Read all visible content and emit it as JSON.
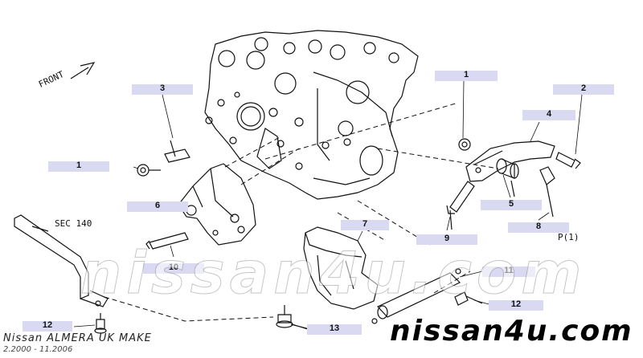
{
  "callouts": {
    "c1a": "1",
    "c1b": "1",
    "c2": "2",
    "c3": "3",
    "c4": "4",
    "c5": "5",
    "c6": "6",
    "c7": "7",
    "c8": "8",
    "c9": "9",
    "c10": "10",
    "c11": "11",
    "c12a": "12",
    "c12b": "12",
    "c13": "13"
  },
  "labels": {
    "front": "FRONT",
    "sec": "SEC 140",
    "p1": "P(1)"
  },
  "watermark": {
    "big": "nissan4u.com",
    "small": "nissan4u.com"
  },
  "footer": {
    "model": "Nissan ALMERA UK MAKE",
    "dates": "2.2000 - 11.2006"
  },
  "colors": {
    "callout_bg": "#d9d9f2",
    "line": "#111111"
  }
}
